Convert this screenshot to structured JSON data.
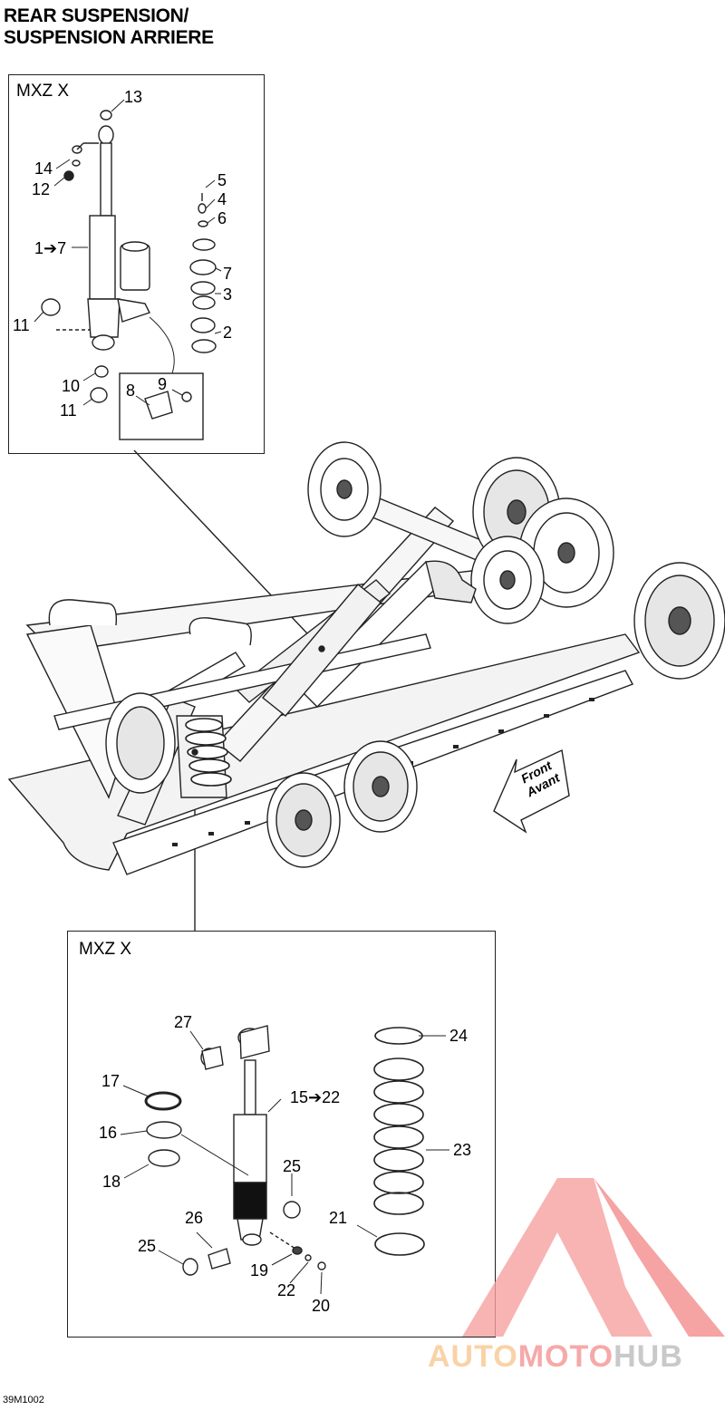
{
  "title_line1": "REAR SUSPENSION/",
  "title_line2": "SUSPENSION ARRIERE",
  "panel_top_label": "MXZ X",
  "panel_bottom_label": "MXZ  X",
  "parts_top": {
    "p13": "13",
    "p14": "14",
    "p12": "12",
    "p1to7": "1➔7",
    "p5": "5",
    "p4": "4",
    "p6": "6",
    "p7": "7",
    "p3": "3",
    "p2": "2",
    "p11a": "11",
    "p10": "10",
    "p11b": "11",
    "p8": "8",
    "p9": "9"
  },
  "parts_bottom": {
    "p27": "27",
    "p24": "24",
    "p17": "17",
    "p15to22": "15➔22",
    "p16": "16",
    "p23": "23",
    "p18": "18",
    "p25a": "25",
    "p26": "26",
    "p21": "21",
    "p25b": "25",
    "p19": "19",
    "p22": "22",
    "p20": "20"
  },
  "front_label": "Front\nAvant",
  "front_line1": "Front",
  "front_line2": "Avant",
  "diagram_code": "39M1002",
  "watermark": {
    "auto": "AUTO",
    "moto": "MOTO",
    "hub": "HUB"
  },
  "colors": {
    "watermark_red": "#f27c7c",
    "watermark_orange": "#f9c48a",
    "watermark_gray": "#bdbdbd"
  }
}
